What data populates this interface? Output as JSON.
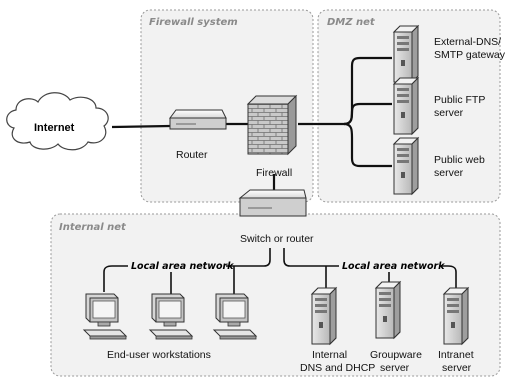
{
  "zones": {
    "firewall_system": "Firewall system",
    "dmz_net": "DMZ net",
    "internal_net": "Internal net"
  },
  "nodes": {
    "internet": "Internet",
    "router": "Router",
    "firewall": "Firewall",
    "switch": "Switch or router",
    "dns_smtp": [
      "External-DNS/",
      "SMTP gateway"
    ],
    "ftp": [
      "Public FTP",
      "server"
    ],
    "web": [
      "Public web",
      "server"
    ],
    "workstations": "End-user workstations",
    "internal_dns": [
      "Internal",
      "DNS and DHCP"
    ],
    "groupware": [
      "Groupware",
      "server"
    ],
    "intranet": [
      "Intranet",
      "server"
    ]
  },
  "lan_labels": {
    "left": "Local area network",
    "right": "Local area network"
  },
  "icons": [
    "cloud-icon",
    "router-icon",
    "firewall-brick-icon",
    "switch-icon",
    "server-tower-icon",
    "workstation-icon"
  ]
}
